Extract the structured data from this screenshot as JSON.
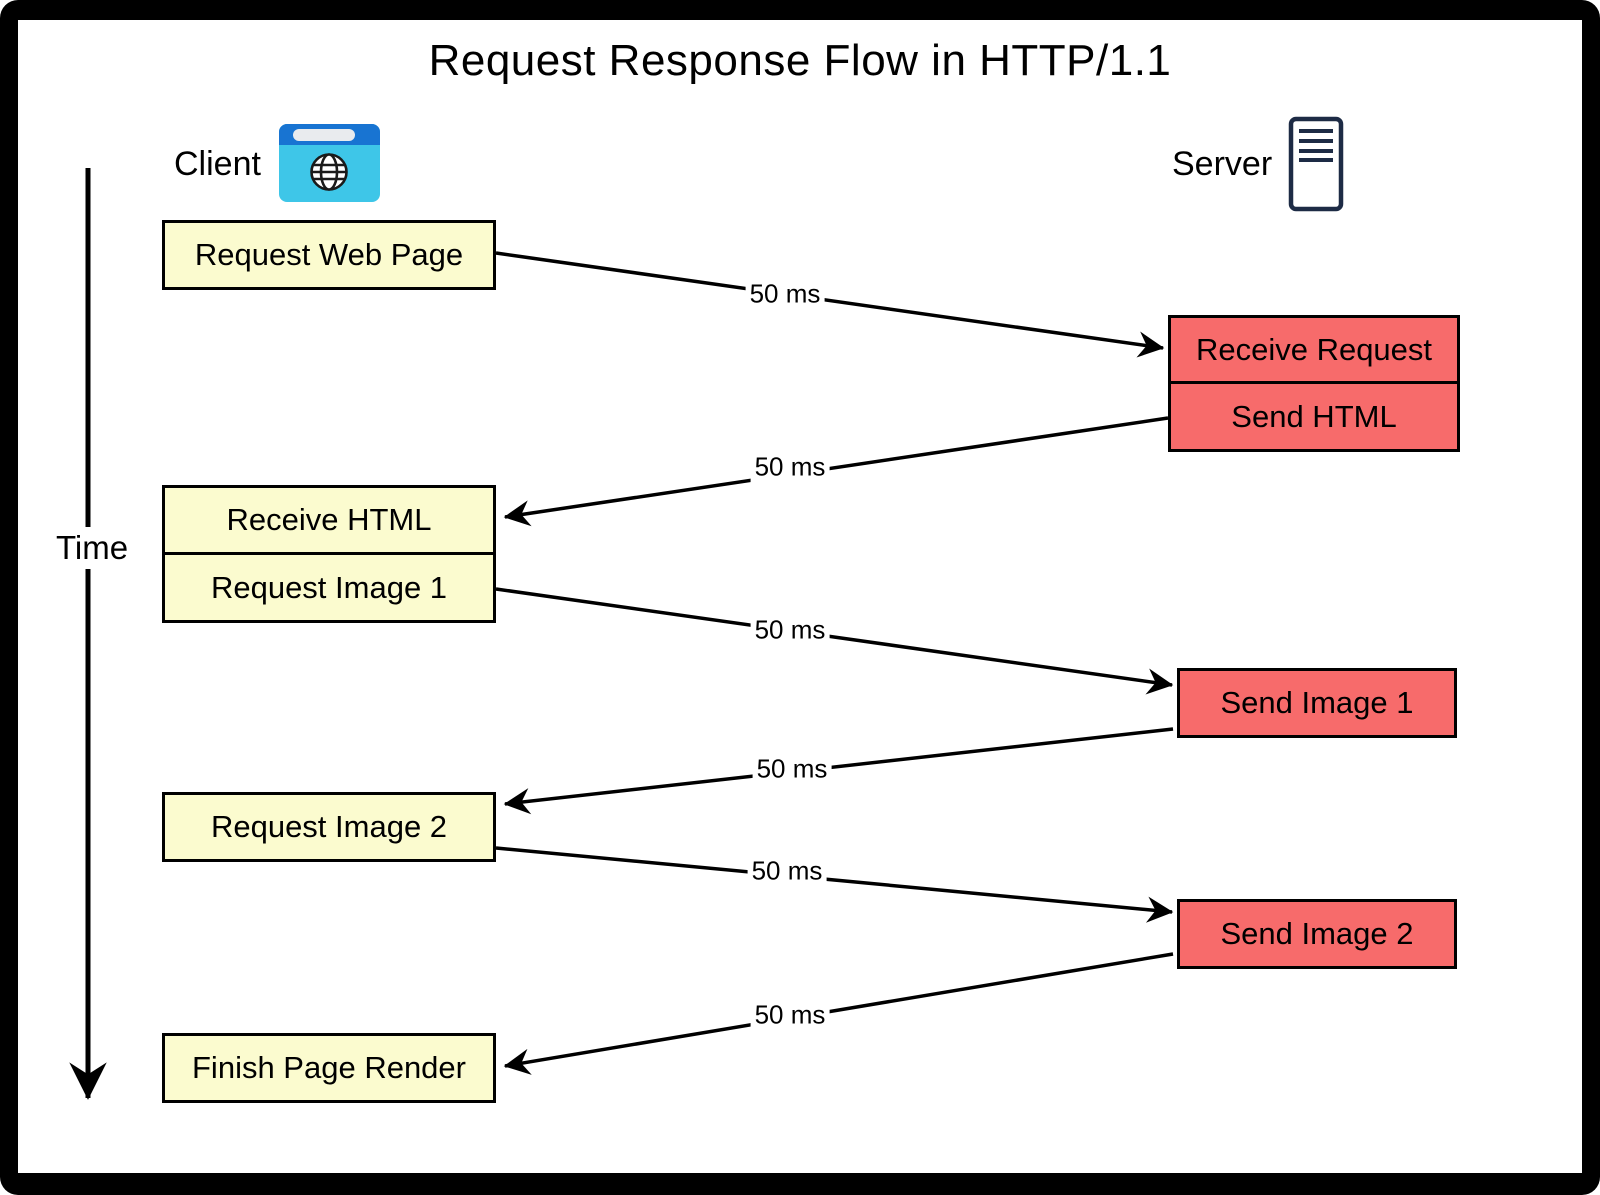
{
  "title": "Request Response Flow in HTTP/1.1",
  "actors": {
    "client": {
      "label": "Client",
      "icon": "browser-icon"
    },
    "server": {
      "label": "Server",
      "icon": "server-tower-icon"
    }
  },
  "time_axis": {
    "label": "Time",
    "direction": "down"
  },
  "client_steps": [
    {
      "label": "Request Web Page"
    },
    {
      "label": "Receive HTML"
    },
    {
      "label": "Request Image 1"
    },
    {
      "label": "Request Image 2"
    },
    {
      "label": "Finish Page Render"
    }
  ],
  "server_steps": [
    {
      "label": "Receive Request"
    },
    {
      "label": "Send HTML"
    },
    {
      "label": "Send Image 1"
    },
    {
      "label": "Send Image 2"
    }
  ],
  "messages": [
    {
      "label": "50 ms",
      "from": "Request Web Page",
      "to": "Receive Request"
    },
    {
      "label": "50 ms",
      "from": "Send HTML",
      "to": "Receive HTML"
    },
    {
      "label": "50 ms",
      "from": "Request Image 1",
      "to": "Send Image 1"
    },
    {
      "label": "50 ms",
      "from": "Send Image 1",
      "to": "Request Image 2"
    },
    {
      "label": "50 ms",
      "from": "Request Image 2",
      "to": "Send Image 2"
    },
    {
      "label": "50 ms",
      "from": "Send Image 2",
      "to": "Finish Page Render"
    }
  ],
  "colors": {
    "client_step_fill": "#FBFBCF",
    "server_step_fill": "#F76B6B",
    "line_stroke": "#000000",
    "frame": "#000000",
    "background": "#FFFFFF",
    "browser_icon_top_bar": "#1874D2",
    "browser_icon_body": "#3EC6E8",
    "browser_icon_address_pill": "#E9EBEE",
    "server_icon_stroke": "#1D2B45"
  }
}
